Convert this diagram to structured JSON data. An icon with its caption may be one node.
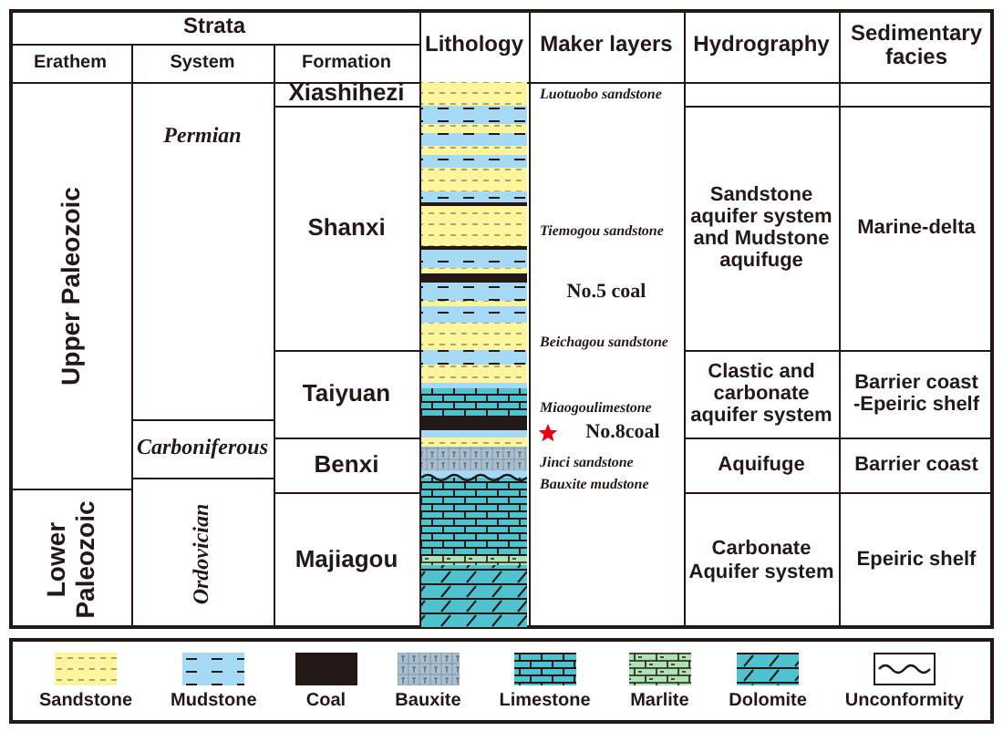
{
  "diagram": {
    "labels": [
      "Strata",
      "Lithology",
      "Maker layers",
      "Hydrography",
      "Sedimentary facies",
      "Erathem",
      "System",
      "Formation",
      "Xiashihezi",
      "Luotuobo sandstone",
      "Upper Paleozoic",
      "Permian",
      "Shanxi",
      "Tiemogou sandstone",
      "Sandstone aquifer system and Mudstone aquifuge",
      "Marine-delta",
      "No.5 coal",
      "Beichagou sandstone",
      "Taiyuan",
      "Clastic and carbonate aquifer system",
      "Barrier coast -Epeiric shelf",
      "Miaogoulimestone",
      "No.8coal",
      "Carboniferous",
      "Benxi",
      "Jinci sandstone",
      "Aquifuge",
      "Barrier coast",
      "Bauxite mudstone",
      "Lower Paleozoic",
      "Ordovician",
      "Majiagou",
      "Carbonate Aquifer system",
      "Epeiric shelf"
    ],
    "legend": [
      {
        "text": "Sandstone"
      },
      {
        "text": "Mudstone"
      },
      {
        "text": "Coal",
        "color": "#231815"
      },
      {
        "text": "Bauxite"
      },
      {
        "text": "Limestone"
      },
      {
        "text": "Marlite"
      },
      {
        "text": "Dolomite"
      },
      {
        "text": "Unconformity"
      }
    ]
  }
}
